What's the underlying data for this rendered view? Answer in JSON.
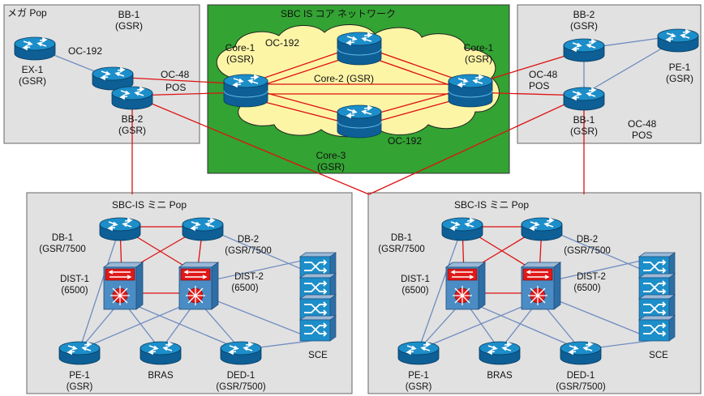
{
  "panels": {
    "mega_pop": {
      "title": "メガ Pop",
      "bb1_label": [
        "BB-1",
        "(GSR)"
      ]
    },
    "core_network": {
      "title": "SBC IS コア ネットワーク"
    },
    "mini_pop_left": {
      "title": "SBC-IS ミニ Pop"
    },
    "mini_pop_right": {
      "title": "SBC-IS ミニ Pop"
    }
  },
  "mega_pop_nodes": {
    "ex1": [
      "EX-1",
      "(GSR)"
    ],
    "bb2": [
      "BB-2",
      "(GSR)"
    ]
  },
  "core_nodes": {
    "core1_left": [
      "Core-1",
      "(GSR)"
    ],
    "core1_right": [
      "Core-1",
      "(GSR)"
    ],
    "core2": [
      "Core-2 (GSR)"
    ],
    "core3": [
      "Core-3",
      "(GSR)"
    ]
  },
  "right_pop_nodes": {
    "bb2": [
      "BB-2",
      "(GSR)"
    ],
    "bb1": [
      "BB-1",
      "(GSR)"
    ],
    "pe1": [
      "PE-1",
      "(GSR)"
    ]
  },
  "mini_pop_nodes": {
    "db1": [
      "DB-1",
      "(GSR/7500"
    ],
    "db2": [
      "DB-2",
      "(GSR/7500"
    ],
    "dist1": [
      "DIST-1",
      "(6500)"
    ],
    "dist2": [
      "DIST-2",
      "(6500)"
    ],
    "pe1": [
      "PE-1",
      "(GSR)"
    ],
    "bras": [
      "BRAS"
    ],
    "ded1": [
      "DED-1",
      "(GSR/7500)"
    ],
    "sce": [
      "SCE"
    ]
  },
  "link_labels": {
    "oc192_mega": "OC-192",
    "oc48_pos_left": [
      "OC-48",
      "POS"
    ],
    "oc192_core_top": "OC-192",
    "oc192_core_bottom": "OC-192",
    "oc48_pos_right_a": [
      "OC-48",
      "POS"
    ],
    "oc48_pos_right_b": [
      "OC-48",
      "POS"
    ]
  },
  "colors": {
    "panel_fill": "#e1e1e1",
    "core_panel_fill": "#33a333",
    "cloud_fill": "#fdf5a6",
    "red_link": "#dd1111",
    "blue_link": "#6f8cc0",
    "router_top": "#1c8ec9",
    "router_side": "#0d5f96",
    "switch_red": "#e01818"
  },
  "icons": {
    "router": "router-icon",
    "layer3_switch": "layer3-switch-icon",
    "sce_stack": "sce-appliance-icon"
  }
}
